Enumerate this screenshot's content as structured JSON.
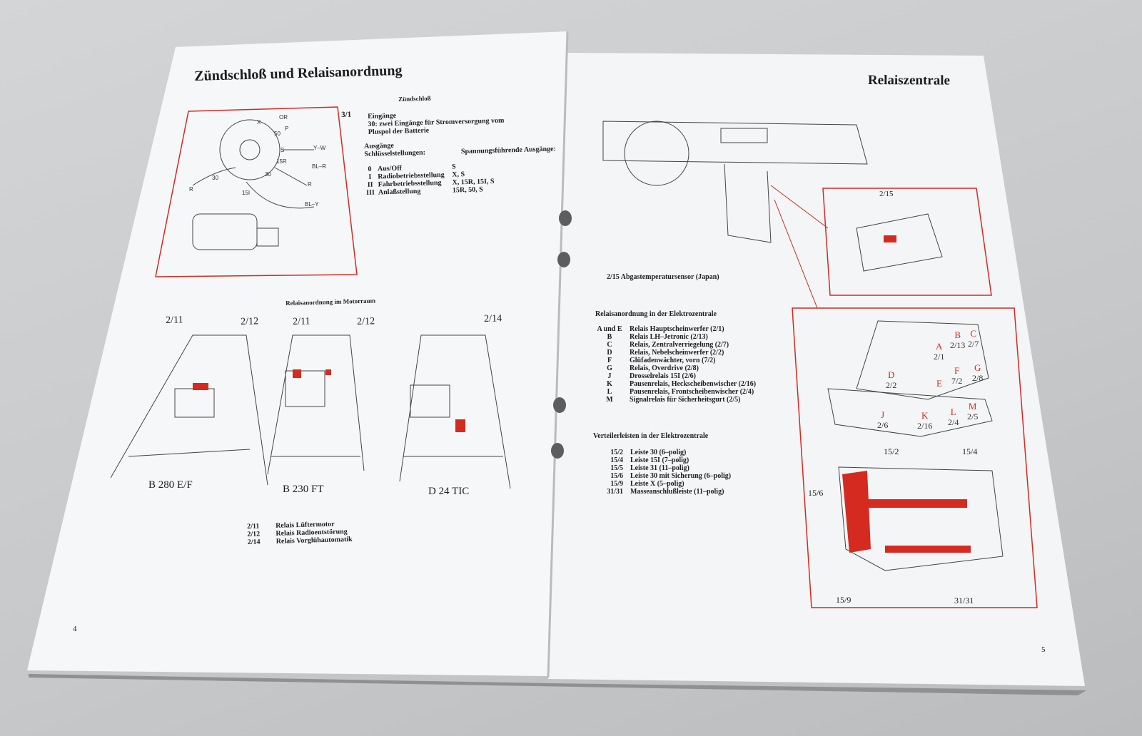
{
  "left_page": {
    "title": "Zündschloß und Relaisanordnung",
    "figure_id": "3/1",
    "ignition": {
      "heading": "Zündschloß",
      "inputs_heading": "Eingänge",
      "inputs_line1": "30: zwei Eingänge für Stromversorgung vom",
      "inputs_line2": "Pluspol der Batterie",
      "outputs_heading": "Ausgänge",
      "col1_heading": "Schlüsselstellungen:",
      "col2_heading": "Spannungsführende Ausgänge:",
      "rows": [
        {
          "pos": "0",
          "name": "Aus/Off",
          "outputs": "S"
        },
        {
          "pos": "I",
          "name": "Radiobetriebsstellung",
          "outputs": "X, S"
        },
        {
          "pos": "II",
          "name": "Fahrbetriebsstellung",
          "outputs": "X, 15R, 15I, S"
        },
        {
          "pos": "III",
          "name": "Anlaßstellung",
          "outputs": "15R, 50, S"
        }
      ]
    },
    "diagram_labels": [
      "X",
      "OR",
      "50",
      "P",
      "S",
      "Y–W",
      "15R",
      "BL–R",
      "30",
      "30",
      "R",
      "R",
      "15I",
      "BL–Y"
    ],
    "engine_heading": "Relaisanordnung im Motorraum",
    "engines": [
      {
        "caption": "B 280 E/F",
        "labels": [
          "2/11",
          "2/12"
        ]
      },
      {
        "caption": "B 230 FT",
        "labels": [
          "2/11",
          "2/12"
        ]
      },
      {
        "caption": "D 24 TIC",
        "labels": [
          "2/14"
        ]
      }
    ],
    "legend": [
      {
        "code": "2/11",
        "text": "Relais Lüftermotor"
      },
      {
        "code": "2/12",
        "text": "Relais Radioentstörung"
      },
      {
        "code": "2/14",
        "text": "Relais Vorglühautomatik"
      }
    ],
    "page_number": "4"
  },
  "right_page": {
    "title": "Relaiszentrale",
    "sensor_label": "2/15",
    "sensor_caption": "2/15 Abgastemperatursensor (Japan)",
    "relay_heading": "Relaisanordnung in der Elektrozentrale",
    "relays": [
      {
        "code": "A und E",
        "text": "Relais Hauptscheinwerfer (2/1)"
      },
      {
        "code": "B",
        "text": "Relais LH–Jetronic (2/13)"
      },
      {
        "code": "C",
        "text": "Relais, Zentralverriegelung (2/7)"
      },
      {
        "code": "D",
        "text": "Relais, Nebelscheinwerfer (2/2)"
      },
      {
        "code": "F",
        "text": "Glüfadenwächter, vorn (7/2)"
      },
      {
        "code": "G",
        "text": "Relais, Overdrive (2/8)"
      },
      {
        "code": "J",
        "text": "Drosselrelais 15I (2/6)"
      },
      {
        "code": "K",
        "text": "Pausenrelais, Heckscheibenwischer (2/16)"
      },
      {
        "code": "L",
        "text": "Pausenrelais, Frontscheibenwischer (2/4)"
      },
      {
        "code": "M",
        "text": "Signalrelais für Sicherheitsgurt (2/5)"
      }
    ],
    "strip_heading": "Verteilerleisten in der Elektrozentrale",
    "strips": [
      {
        "code": "15/2",
        "text": "Leiste 30 (6–polig)"
      },
      {
        "code": "15/4",
        "text": "Leiste 15I (7–polig)"
      },
      {
        "code": "15/5",
        "text": "Leiste 31 (11–polig)"
      },
      {
        "code": "15/6",
        "text": "Leiste 30 mit Sicherung (6–polig)"
      },
      {
        "code": "15/9",
        "text": "Leiste X (5–polig)"
      },
      {
        "code": "31/31",
        "text": "Masseanschlußleiste (11–polig)"
      }
    ],
    "relay_box_cells": [
      {
        "letter": "A",
        "code": "2/1"
      },
      {
        "letter": "B",
        "code": "2/13"
      },
      {
        "letter": "C",
        "code": "2/7"
      },
      {
        "letter": "D",
        "code": "2/2"
      },
      {
        "letter": "E",
        "code": ""
      },
      {
        "letter": "F",
        "code": "7/2"
      },
      {
        "letter": "G",
        "code": "2/8"
      },
      {
        "letter": "J",
        "code": "2/6"
      },
      {
        "letter": "K",
        "code": "2/16"
      },
      {
        "letter": "L",
        "code": "2/4"
      },
      {
        "letter": "M",
        "code": "2/5"
      }
    ],
    "strip_labels": {
      "a": "15/2",
      "b": "15/4",
      "c": "15/6",
      "d": "15/9",
      "e": "31/31"
    },
    "page_number": "5",
    "accent_color": "#d42a20"
  }
}
